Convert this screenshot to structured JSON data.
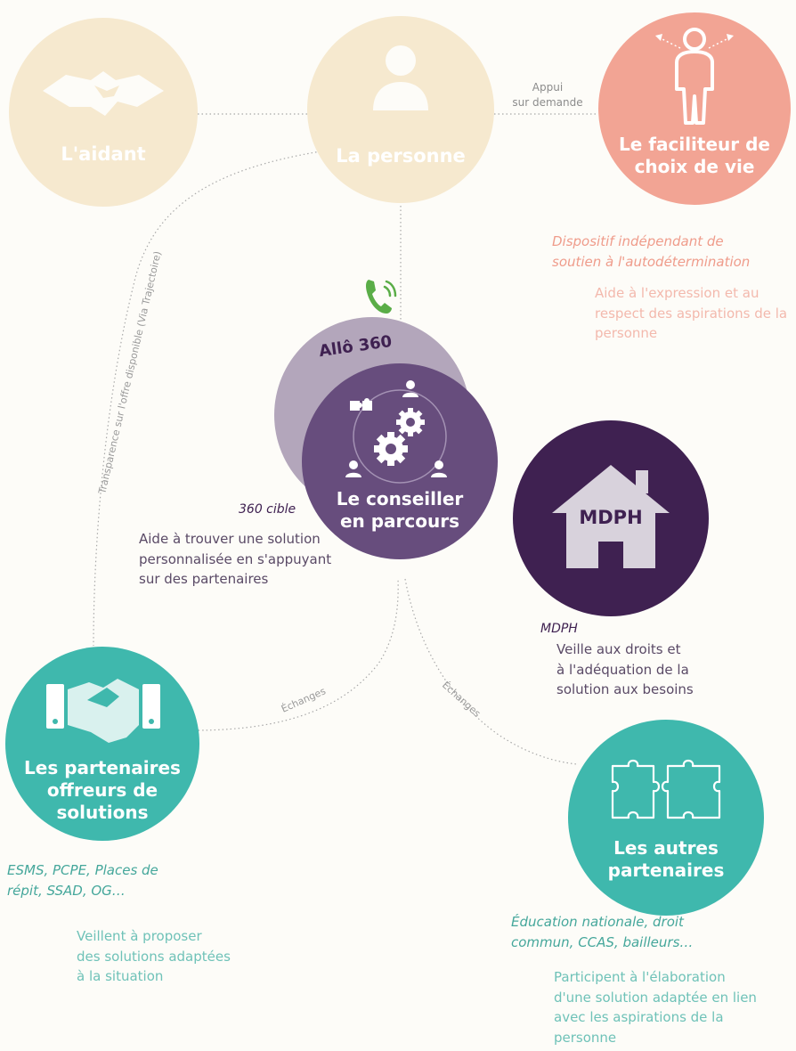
{
  "colors": {
    "beige": "#f6e9cf",
    "salmon": "#f2a494",
    "purple_light": "#b3a6bb",
    "purple": "#674d7d",
    "purple_dark": "#3f2151",
    "teal": "#3fb8ad",
    "teal_text": "#45a79b",
    "green_phone": "#5aad47"
  },
  "nodes": {
    "aidant": {
      "label": "L'aidant",
      "icon": "handshake-icon"
    },
    "personne": {
      "label": "La personne",
      "icon": "user-icon"
    },
    "facilitateur": {
      "label_line1": "Le faciliteur de",
      "label_line2": "choix de vie",
      "icon": "person-outline-icon",
      "subtitle_line1": "Dispositif indépendant de",
      "subtitle_line2": "soutien à l'autodétermination",
      "desc_line1": "Aide à l'expression et au",
      "desc_line2": "respect des aspirations de la",
      "desc_line3": "personne"
    },
    "allo360": {
      "label": "Allô 360",
      "icon": "phone-icon"
    },
    "conseiller": {
      "label_line1": "Le conseiller",
      "label_line2": "en parcours",
      "subtitle": "360 cible",
      "desc_line1": "Aide à trouver une solution",
      "desc_line2": "personnalisée en s'appuyant",
      "desc_line3": "sur des partenaires",
      "icons": [
        "puzzle-icon",
        "gear-icon",
        "user-icon"
      ]
    },
    "mdph": {
      "label": "MDPH",
      "icon": "house-icon",
      "subtitle": "MDPH",
      "desc_line1": "Veille aux droits et",
      "desc_line2": "à l'adéquation de la",
      "desc_line3": "solution aux besoins"
    },
    "partenaires_offreurs": {
      "label_line1": "Les partenaires",
      "label_line2": "offreurs de",
      "label_line3": "solutions",
      "icon": "handshake-icon",
      "subtitle_line1": "ESMS, PCPE, Places de",
      "subtitle_line2": "répit, SSAD, OG…",
      "desc_line1": "Veillent à proposer",
      "desc_line2": "des solutions adaptées",
      "desc_line3": "à la situation"
    },
    "autres_partenaires": {
      "label_line1": "Les autres",
      "label_line2": "partenaires",
      "icon": "puzzle-icon",
      "subtitle_line1": "Éducation nationale, droit",
      "subtitle_line2": "commun, CCAS, bailleurs…",
      "desc_line1": "Participent à l'élaboration",
      "desc_line2": "d'une solution adaptée en lien",
      "desc_line3": "avec les aspirations de la",
      "desc_line4": "personne"
    }
  },
  "connectors": {
    "appui_line1": "Appui",
    "appui_line2": "sur demande",
    "transparence": "Transparence sur l'offre disponible (Via Trajectoire)",
    "echanges_left": "Échanges",
    "echanges_right": "Échanges"
  }
}
